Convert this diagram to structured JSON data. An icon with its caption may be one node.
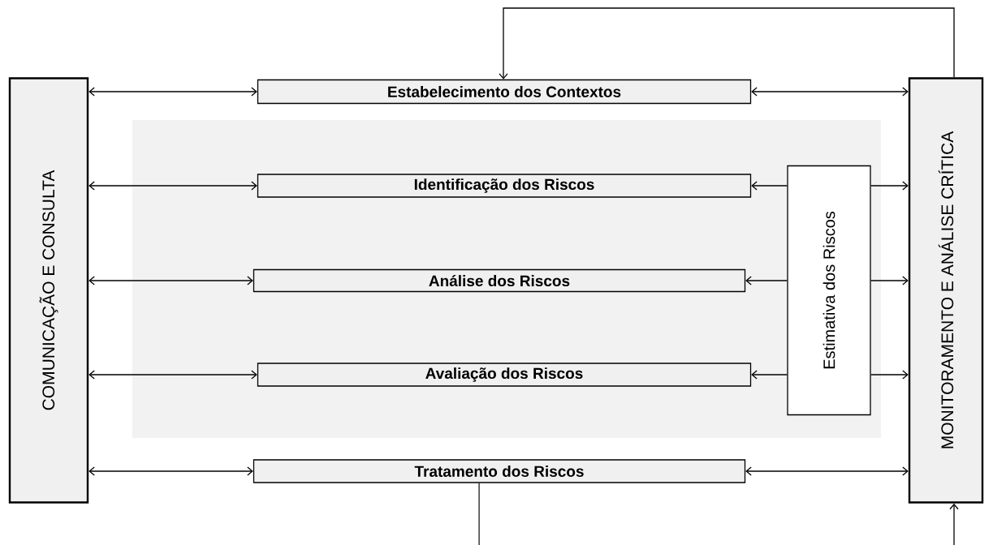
{
  "diagram": {
    "nodes": [
      {
        "text": [
          "COMUNICAÇÃO E CONSULTA"
        ]
      },
      {
        "text": [
          "Estabelecimento dos Contextos"
        ]
      },
      {
        "text": [],
        "shape": "box"
      },
      {
        "text": [
          "Identificação dos Riscos"
        ],
        "in": 2
      },
      {
        "text": [
          "Análise dos Riscos"
        ],
        "in": 2
      },
      {
        "text": [
          "Avaliação dos Riscos"
        ],
        "in": 2
      },
      {
        "text": [
          "Estimativa dos Riscos"
        ],
        "in": 2
      },
      {
        "text": [
          "Tratamento dos Riscos"
        ]
      },
      {
        "text": [
          "MONITORAMENTO E ANÁLISE CRÍTICA"
        ]
      }
    ],
    "edges": [
      {
        "from": 0,
        "to": 1,
        "arrow": "both"
      },
      {
        "from": 1,
        "to": 8,
        "arrow": "both"
      },
      {
        "from": 8,
        "to": 1,
        "arrow": "to"
      },
      {
        "from": 0,
        "to": 3,
        "arrow": "both"
      },
      {
        "from": 6,
        "to": 3,
        "arrow": "to"
      },
      {
        "from": 6,
        "to": 8,
        "arrow": "to"
      },
      {
        "from": 0,
        "to": 4,
        "arrow": "both"
      },
      {
        "from": 6,
        "to": 4,
        "arrow": "to"
      },
      {
        "from": 6,
        "to": 8,
        "arrow": "to"
      },
      {
        "from": 0,
        "to": 5,
        "arrow": "both"
      },
      {
        "from": 6,
        "to": 5,
        "arrow": "to"
      },
      {
        "from": 6,
        "to": 8,
        "arrow": "to"
      },
      {
        "from": 0,
        "to": 7,
        "arrow": "both"
      },
      {
        "from": 7,
        "to": 8,
        "arrow": "both"
      },
      {
        "from": 7,
        "to": 8,
        "arrow": "to"
      }
    ]
  }
}
